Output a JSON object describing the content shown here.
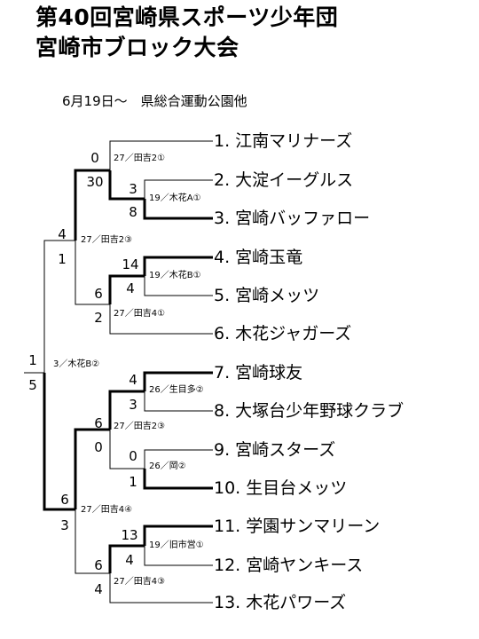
{
  "title_line1": "第40回宮崎県スポーツ少年団",
  "title_line2": "宮崎市ブロック大会",
  "subtitle": "6月19日～　県総合運動公園他",
  "teams": [
    "1. 江南マリナーズ",
    "2. 大淀イーグルス",
    "3. 宮崎バッファロー",
    "4. 宮崎玉竜",
    "5. 宮崎メッツ",
    "6. 木花ジャガーズ",
    "7. 宮崎球友",
    "8. 大塚台少年野球クラブ",
    "9. 宮崎スターズ",
    "10. 生目台メッツ",
    "11. 学園サンマリーン",
    "12. 宮崎ヤンキース",
    "13. 木花パワーズ"
  ],
  "games": [
    {
      "note": "19／木花A①",
      "top_score": "3",
      "bottom_score": "8"
    },
    {
      "note": "27／田吉2①",
      "top_score": "0",
      "bottom_score": "30"
    },
    {
      "note": "19／木花B①",
      "top_score": "14",
      "bottom_score": "4"
    },
    {
      "note": "27／田吉4①",
      "top_score": "6",
      "bottom_score": "2"
    },
    {
      "note": "27／田吉2③",
      "top_score": "4",
      "bottom_score": "1"
    },
    {
      "note": "26／生目多②",
      "top_score": "4",
      "bottom_score": "3"
    },
    {
      "note": "26／岡②",
      "top_score": "0",
      "bottom_score": "1"
    },
    {
      "note": "27／田吉2③",
      "top_score": "6",
      "bottom_score": "0"
    },
    {
      "note": "19／旧市営①",
      "top_score": "13",
      "bottom_score": "4"
    },
    {
      "note": "27／田吉4③",
      "top_score": "6",
      "bottom_score": "4"
    },
    {
      "note": "27／田吉4④",
      "top_score": "6",
      "bottom_score": "3"
    },
    {
      "note": "3／木花B②",
      "top_score": "1",
      "bottom_score": "5"
    }
  ]
}
